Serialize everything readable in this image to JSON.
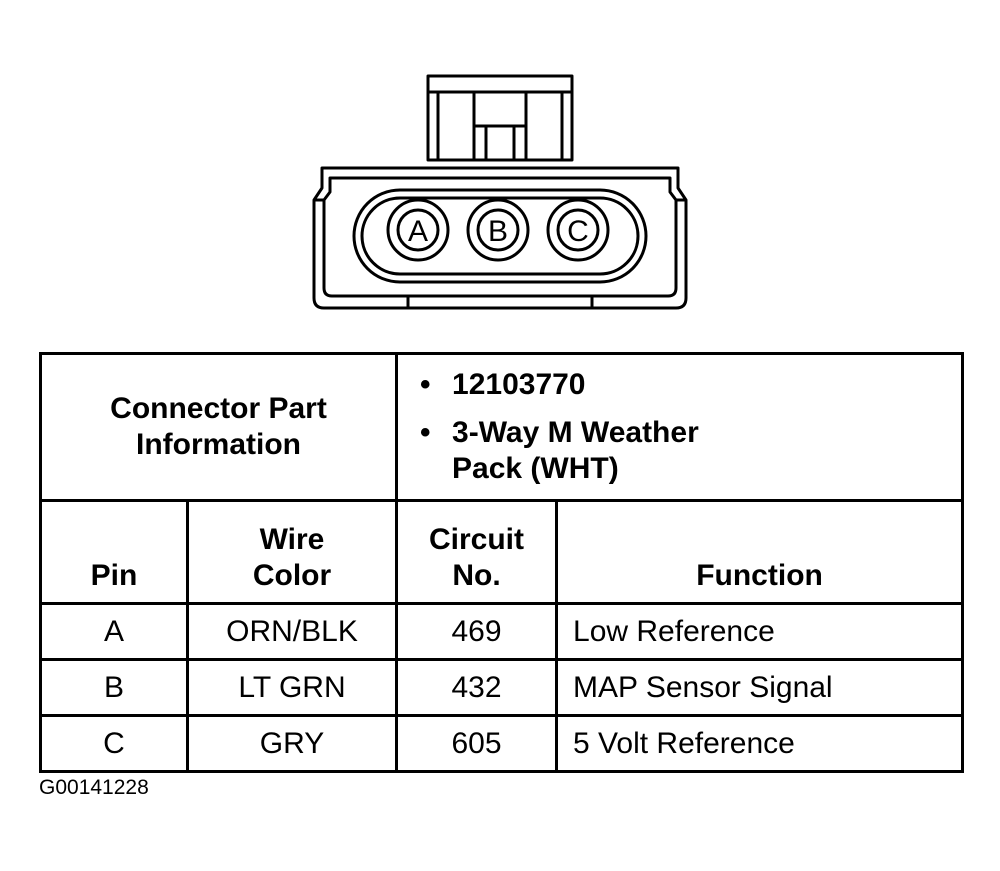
{
  "connector": {
    "pins": [
      "A",
      "B",
      "C"
    ]
  },
  "part_info": {
    "label": "Connector Part\nInformation",
    "items": [
      "12103770",
      "3-Way M Weather\nPack (WHT)"
    ]
  },
  "table": {
    "headers": {
      "pin": "Pin",
      "wire_color": "Wire\nColor",
      "circuit": "Circuit\nNo.",
      "function": "Function"
    },
    "rows": [
      {
        "pin": "A",
        "wire_color": "ORN/BLK",
        "circuit": "469",
        "function": "Low Reference"
      },
      {
        "pin": "B",
        "wire_color": "LT GRN",
        "circuit": "432",
        "function": "MAP Sensor Signal"
      },
      {
        "pin": "C",
        "wire_color": "GRY",
        "circuit": "605",
        "function": "5 Volt Reference"
      }
    ]
  },
  "figure_id": "G00141228"
}
